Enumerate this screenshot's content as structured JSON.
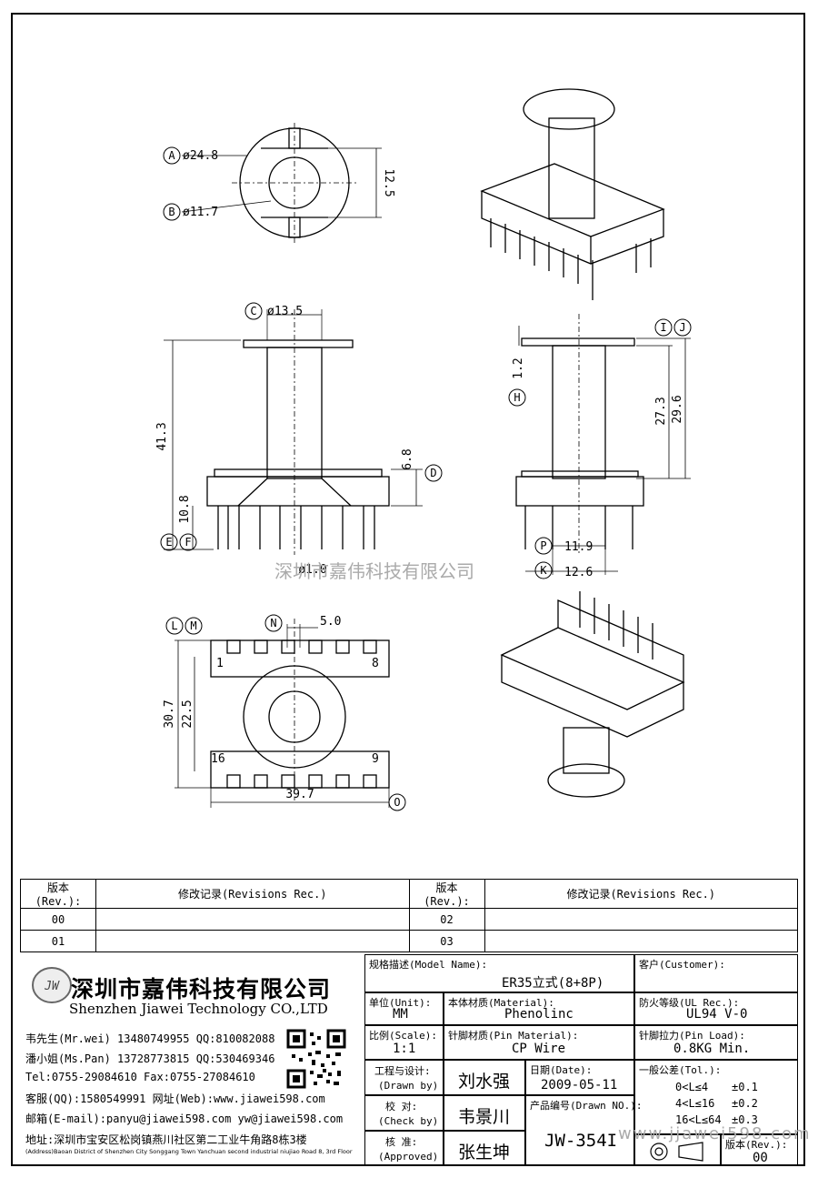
{
  "drawing": {
    "callouts": {
      "A": "A",
      "B": "B",
      "C": "C",
      "D": "D",
      "E": "E",
      "F": "F",
      "H": "H",
      "I": "I",
      "J": "J",
      "K": "K",
      "L": "L",
      "M": "M",
      "N": "N",
      "O": "O",
      "P": "P"
    },
    "dims": {
      "a_dia": "ø24.8",
      "b_dia": "ø11.7",
      "h125": "12.5",
      "c_dia": "ø13.5",
      "h413": "41.3",
      "h68": "6.8",
      "h108": "10.8",
      "pin_dia": "ø1.0",
      "h12": "1.2",
      "h273": "27.3",
      "h296": "29.6",
      "w119": "11.9",
      "w126": "12.6",
      "n50": "5.0",
      "h307": "30.7",
      "h225": "22.5",
      "w397": "39.7",
      "pin1": "1",
      "pin8": "8",
      "pin16": "16",
      "pin9": "9"
    },
    "watermark_center": "深圳市嘉伟科技有限公司",
    "watermark_bottom": "www.jjawei598.com"
  },
  "revisions": {
    "col_rev": "版本(Rev.):",
    "col_rec": "修改记录(Revisions Rec.)",
    "rows": [
      [
        "00",
        "",
        "02",
        ""
      ],
      [
        "01",
        "",
        "03",
        ""
      ]
    ]
  },
  "company": {
    "logo_text": "JW",
    "name_cn": "深圳市嘉伟科技有限公司",
    "name_en": "Shenzhen Jiawei Technology CO.,LTD",
    "contacts": [
      "韦先生(Mr.wei) 13480749955 QQ:810082088",
      "潘小姐(Ms.Pan) 13728773815 QQ:530469346",
      "Tel:0755-29084610      Fax:0755-27084610",
      "客服(QQ):1580549991   网址(Web):www.jiawei598.com",
      "邮箱(E-mail):panyu@jiawei598.com  yw@jiawei598.com"
    ],
    "address_cn": "地址:深圳市宝安区松岗镇燕川社区第二工业牛角路8栋3楼",
    "address_en": "(Address)Baoan District of Shenzhen City Songgang Town Yanchuan  second industrial niujiao Road 8, 3rd Floor"
  },
  "title_block": {
    "model_label": "规格描述(Model Name):",
    "model_value": "ER35立式(8+8P)",
    "customer_label": "客户(Customer):",
    "customer_value": "",
    "unit_label": "单位(Unit):",
    "unit_value": "MM",
    "material_label": "本体材质(Material):",
    "material_value": "Phenolinc",
    "ul_label": "防火等级(UL Rec.):",
    "ul_value": "UL94 V-0",
    "scale_label": "比例(Scale):",
    "scale_value": "1:1",
    "pin_material_label": "针脚材质(Pin Material):",
    "pin_material_value": "CP Wire",
    "pin_load_label": "针脚拉力(Pin Load):",
    "pin_load_value": "0.8KG Min.",
    "drawn_label_cn": "工程与设计:",
    "drawn_label_en": "(Drawn by)",
    "drawn_value": "刘水强",
    "date_label": "日期(Date):",
    "date_value": "2009-05-11",
    "check_label_cn": "校  对:",
    "check_label_en": "(Check by)",
    "check_value": "韦景川",
    "drawn_no_label": "产品编号(Drawn NO.):",
    "drawn_no_value": "JW-354I",
    "approved_label_cn": "核  准:",
    "approved_label_en": "(Approved)",
    "approved_value": "张生坤",
    "tol_label": "一般公差(Tol.):",
    "tol_rows": [
      [
        "0<L≤4",
        "±0.1"
      ],
      [
        "4<L≤16",
        "±0.2"
      ],
      [
        "16<L≤64",
        "±0.3"
      ]
    ],
    "rev_label": "版本(Rev.):",
    "rev_value": "00"
  }
}
